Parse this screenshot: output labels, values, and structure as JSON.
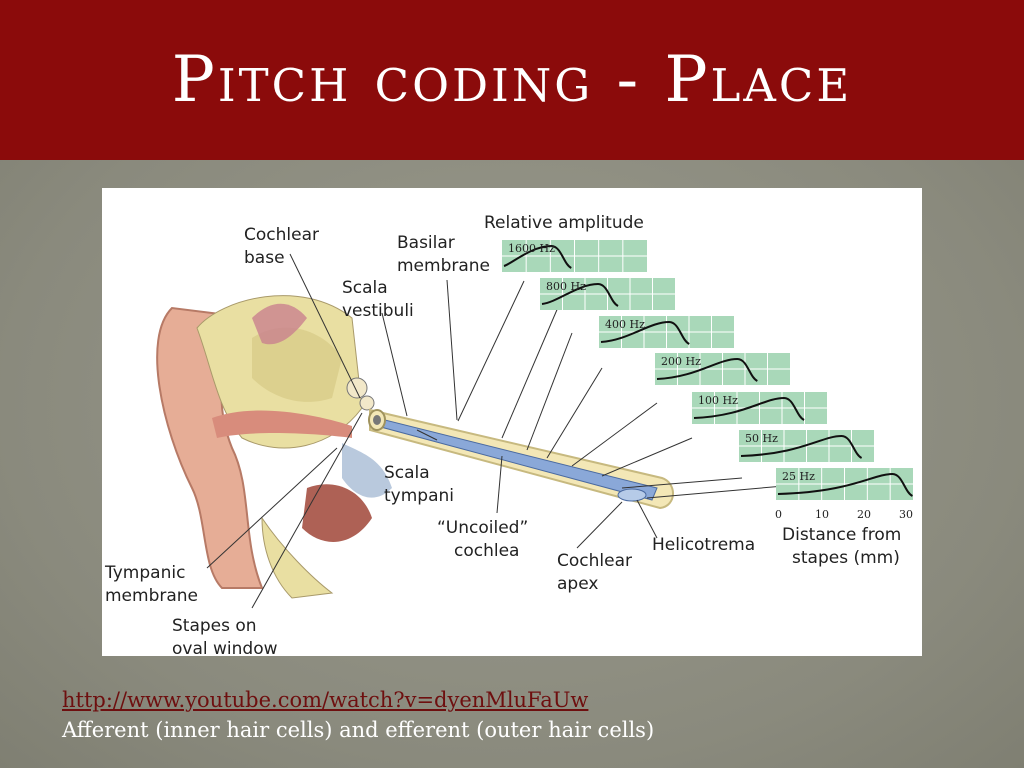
{
  "slide": {
    "title": "Pitch coding - Place",
    "link": "http://www.youtube.com/watch?v=dyenMluFaUw",
    "caption": "Afferent (inner hair cells) and efferent (outer hair cells)"
  },
  "figure": {
    "labels": {
      "cochlear_base_1": "Cochlear",
      "cochlear_base_2": "base",
      "basilar_1": "Basilar",
      "basilar_2": "membrane",
      "relative_amplitude": "Relative amplitude",
      "scala_vestibuli_1": "Scala",
      "scala_vestibuli_2": "vestibuli",
      "scala_tympani_1": "Scala",
      "scala_tympani_2": "tympani",
      "uncoiled_1": "“Uncoiled”",
      "uncoiled_2": "cochlea",
      "cochlear_apex_1": "Cochlear",
      "cochlear_apex_2": "apex",
      "helicotrema": "Helicotrema",
      "distance_1": "Distance from",
      "distance_2": "stapes (mm)",
      "tympanic_1": "Tympanic",
      "tympanic_2": "membrane",
      "stapes_1": "Stapes on",
      "stapes_2": "oval window"
    },
    "panels": [
      {
        "freq": "1600 Hz",
        "peak": 0.15
      },
      {
        "freq": "800 Hz",
        "peak": 0.3
      },
      {
        "freq": "400 Hz",
        "peak": 0.45
      },
      {
        "freq": "200 Hz",
        "peak": 0.6
      },
      {
        "freq": "100 Hz",
        "peak": 0.72
      },
      {
        "freq": "50 Hz",
        "peak": 0.85
      },
      {
        "freq": "25 Hz",
        "peak": 1.0
      }
    ],
    "x_ticks": [
      "0",
      "10",
      "20",
      "30"
    ]
  },
  "colors": {
    "header": "#8b0b0b",
    "panel_fill": "#a9d8b9",
    "cochlea_fill": "#f3e7b6",
    "membrane": "#8aa8d8"
  }
}
